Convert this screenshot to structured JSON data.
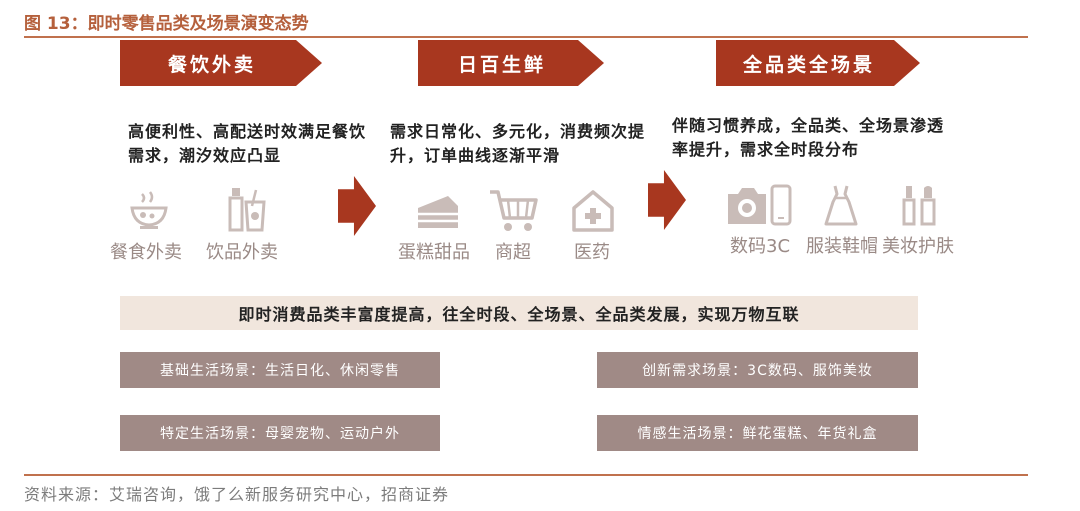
{
  "figure": {
    "title": "图 13：即时零售品类及场景演变态势",
    "source": "资料来源：艾瑞咨询，饿了么新服务研究中心，招商证券"
  },
  "stages": [
    {
      "banner": "餐饮外卖",
      "description": "高便利性、高配送时效满足餐饮需求，潮汐效应凸显",
      "items": [
        {
          "label": "餐食外卖",
          "icon": "food-bowl-icon"
        },
        {
          "label": "饮品外卖",
          "icon": "drink-bottle-icon"
        }
      ]
    },
    {
      "banner": "日百生鲜",
      "description": "需求日常化、多元化，消费频次提升，订单曲线逐渐平滑",
      "items": [
        {
          "label": "蛋糕甜品",
          "icon": "cake-icon"
        },
        {
          "label": "商超",
          "icon": "shopping-cart-icon"
        },
        {
          "label": "医药",
          "icon": "pharmacy-icon"
        }
      ]
    },
    {
      "banner": "全品类全场景",
      "description": "伴随习惯养成，全品类、全场景渗透率提升，需求全时段分布",
      "items": [
        {
          "label": "数码3C",
          "icon": "camera-phone-icon"
        },
        {
          "label": "服装鞋帽",
          "icon": "dress-icon"
        },
        {
          "label": "美妆护肤",
          "icon": "cosmetics-icon"
        }
      ]
    }
  ],
  "summary": "即时消费品类丰富度提高，往全时段、全场景、全品类发展，实现万物互联",
  "scenes": [
    "基础生活场景：生活日化、休闲零售",
    "创新需求场景：3C数码、服饰美妆",
    "特定生活场景：母婴宠物、运动户外",
    "情感生活场景：鲜花蛋糕、年货礼盒"
  ],
  "colors": {
    "accent": "#a8371f",
    "title": "#b5603c",
    "scene_box": "#a08a86",
    "summary_bg": "#f1e6dd",
    "icon_gray": "#c9bcb8"
  }
}
